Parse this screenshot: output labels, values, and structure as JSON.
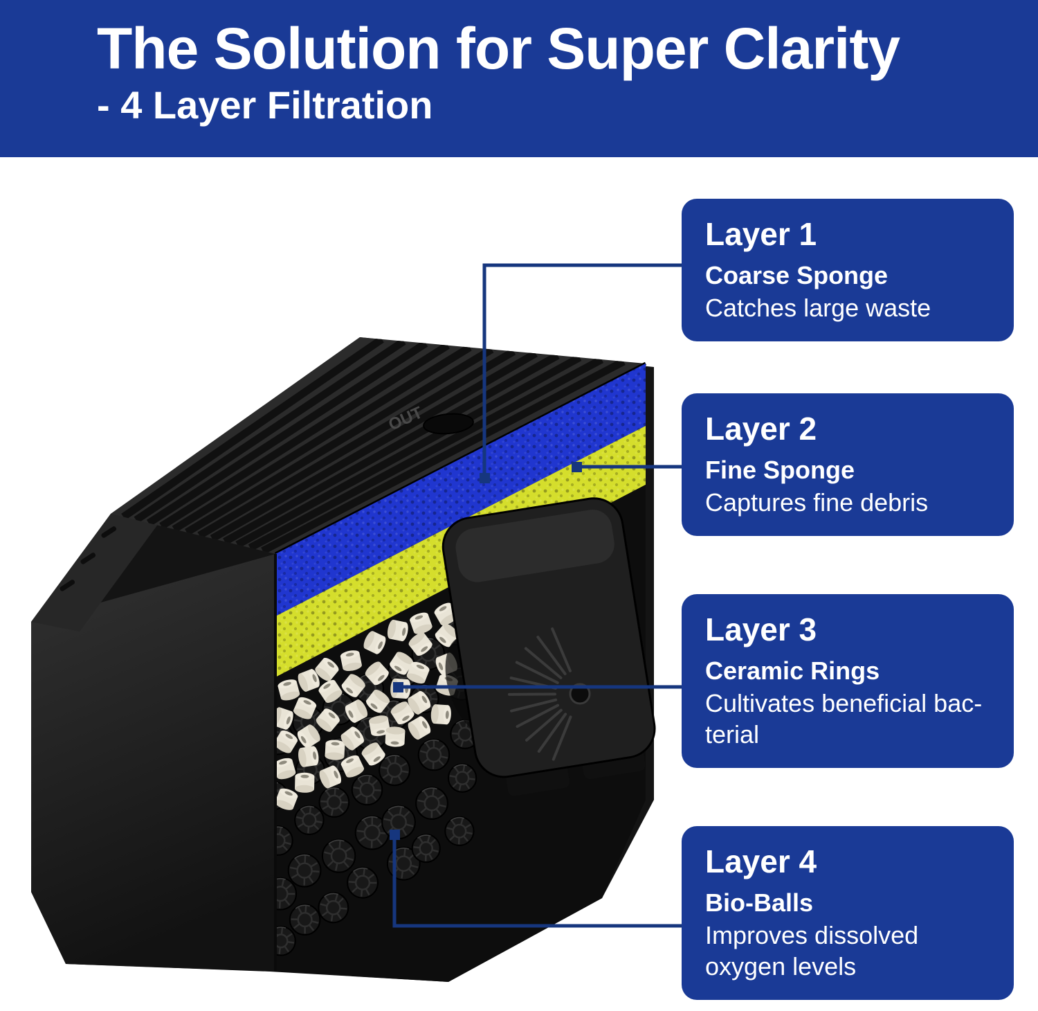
{
  "header": {
    "title": "The Solution for Super Clarity",
    "subtitle": "- 4 Layer Filtration"
  },
  "diagram": {
    "out_label": "OUT",
    "description": "Cutaway 3D view of a black aquarium filter box showing four stacked filtration media layers and an internal pump"
  },
  "callouts": [
    {
      "title": "Layer 1",
      "name": "Coarse Sponge",
      "description": "Catches large waste"
    },
    {
      "title": "Layer 2",
      "name": "Fine Sponge",
      "description": "Captures fine debris"
    },
    {
      "title": "Layer 3",
      "name": "Ceramic Rings",
      "description": "Cultivates beneficial bac-terial"
    },
    {
      "title": "Layer 4",
      "name": "Bio-Balls",
      "description": "Improves dissolved oxygen levels"
    }
  ],
  "colors": {
    "banner_blue": "#1a3a96",
    "callout_blue": "#1a3a96",
    "connector_blue": "#16367e",
    "coarse_sponge_blue": "#2036cf",
    "fine_sponge_yellow": "#d5de2c",
    "ceramic_white": "#efeadd",
    "bio_ball_black": "#181818",
    "filter_body_black": "#141414"
  }
}
